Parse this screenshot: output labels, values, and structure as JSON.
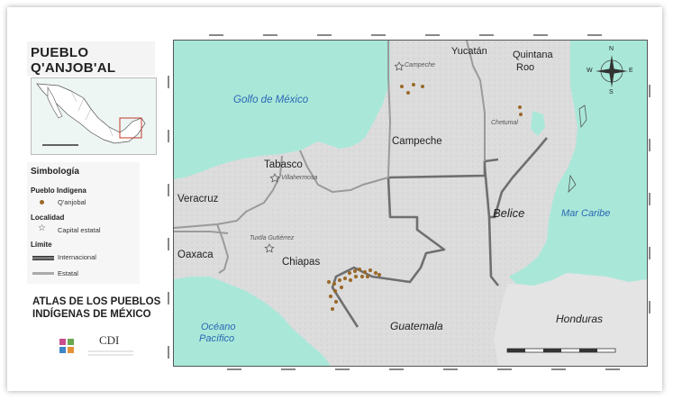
{
  "title": {
    "line1": "PUEBLO",
    "line2": "Q'ANJOB'AL"
  },
  "legend": {
    "heading": "Simbología",
    "group_people": "Pueblo Indígena",
    "people_item": "Q'anjobal",
    "group_locality": "Localidad",
    "locality_item": "Capital estatal",
    "group_limit": "Límite",
    "limit_international": "Internacional",
    "limit_state": "Estatal"
  },
  "atlas": {
    "line1": "ATLAS DE LOS PUEBLOS",
    "line2": "INDÍGENAS DE MÉXICO"
  },
  "logo": {
    "text": "CDI"
  },
  "map_labels": {
    "gulf": "Golfo de México",
    "yucatan": "Yucatán",
    "quintana_roo_1": "Quintana",
    "quintana_roo_2": "Roo",
    "campeche_city": "Campeche",
    "campeche_state": "Campeche",
    "chetumal": "Chetumal",
    "tabasco": "Tabasco",
    "villahermosa": "Villahermosa",
    "veracruz": "Veracruz",
    "belice": "Belice",
    "mar_caribe": "Mar Caribe",
    "tuxtla": "Tuxtla Gutiérrez",
    "oaxaca": "Oaxaca",
    "chiapas": "Chiapas",
    "guatemala": "Guatemala",
    "honduras": "Honduras",
    "oceano_1": "Océano",
    "oceano_2": "Pacífico"
  },
  "compass": {
    "n": "N",
    "s": "S",
    "e": "E",
    "w": "W"
  },
  "colors": {
    "water": "#a9e8d9",
    "land": "#dcdcdc",
    "border": "#7a7a7a",
    "dot": "#9b6a2a",
    "label_water": "#2b67b3"
  }
}
